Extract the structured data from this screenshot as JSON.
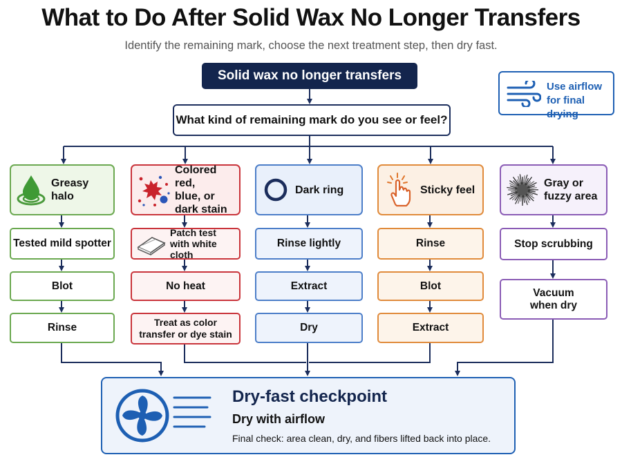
{
  "title": "What to Do After Solid Wax No Longer Transfers",
  "subtitle": "Identify the remaining mark, choose the next treatment step, then dry fast.",
  "start": "Solid wax no longer transfers",
  "question": "What kind of remaining mark do you see or feel?",
  "airflow_note": {
    "line1": "Use airflow",
    "line2": "for final drying",
    "icon": "wind-icon"
  },
  "branches": [
    {
      "id": "greasy",
      "label": [
        "Greasy halo"
      ],
      "icon": "oil-drop-icon",
      "color": "#6aa84f",
      "steps": [
        [
          "Tested mild spotter"
        ],
        [
          "Blot"
        ],
        [
          "Rinse"
        ]
      ]
    },
    {
      "id": "colored",
      "label": [
        "Colored red,",
        "blue, or",
        "dark stain"
      ],
      "icon": "color-splatter-icon",
      "color": "#c9333a",
      "steps": [
        [
          "Patch test",
          "with white cloth"
        ],
        [
          "No heat"
        ],
        [
          "Treat as color",
          "transfer or dye stain"
        ]
      ]
    },
    {
      "id": "ring",
      "label": [
        "Dark ring"
      ],
      "icon": "ring-icon",
      "color": "#4b7dc8",
      "steps": [
        [
          "Rinse lightly"
        ],
        [
          "Extract"
        ],
        [
          "Dry"
        ]
      ]
    },
    {
      "id": "sticky",
      "label": [
        "Sticky feel"
      ],
      "icon": "touch-hand-icon",
      "color": "#e08a3a",
      "steps": [
        [
          "Rinse"
        ],
        [
          "Blot"
        ],
        [
          "Extract"
        ]
      ]
    },
    {
      "id": "gray",
      "label": [
        "Gray or",
        "fuzzy area"
      ],
      "icon": "fuzzy-ball-icon",
      "color": "#8a5bb5",
      "steps": [
        [
          "Stop scrubbing"
        ],
        [
          "Vacuum",
          "when dry"
        ]
      ]
    }
  ],
  "checkpoint": {
    "title": "Dry-fast checkpoint",
    "subtitle": "Dry with airflow",
    "note": "Final check: area clean, dry, and fibers lifted back into place.",
    "icon": "fan-icon"
  },
  "colors": {
    "navy": "#13254d",
    "accent": "#1d5fb3"
  }
}
